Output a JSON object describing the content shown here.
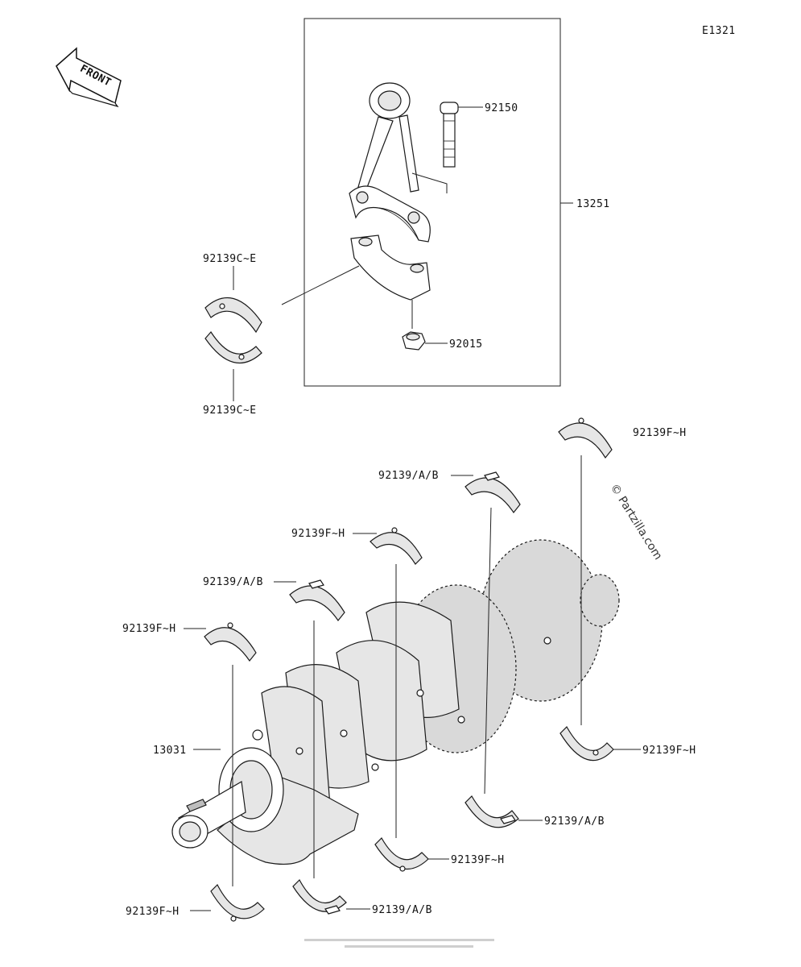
{
  "diagram_id": "E1321",
  "front_label": "FRONT",
  "watermark": "© Partzilla.com",
  "footer_line1": "",
  "footer_line2": "",
  "labels": {
    "bolt": "92150",
    "conrod_assy": "13251",
    "nut": "92015",
    "rod_bearing_upper": "92139C~E",
    "rod_bearing_lower": "92139C~E",
    "crankshaft": "13031",
    "main_bearing_1": "92139F~H",
    "main_bearing_2": "92139/A/B",
    "main_bearing_3": "92139F~H",
    "main_bearing_4": "92139/A/B",
    "main_bearing_5": "92139F~H",
    "main_bearing_6": "92139F~H",
    "main_bearing_7": "92139/A/B",
    "main_bearing_8": "92139F~H",
    "main_bearing_9": "92139/A/B",
    "main_bearing_10": "92139F~H"
  }
}
